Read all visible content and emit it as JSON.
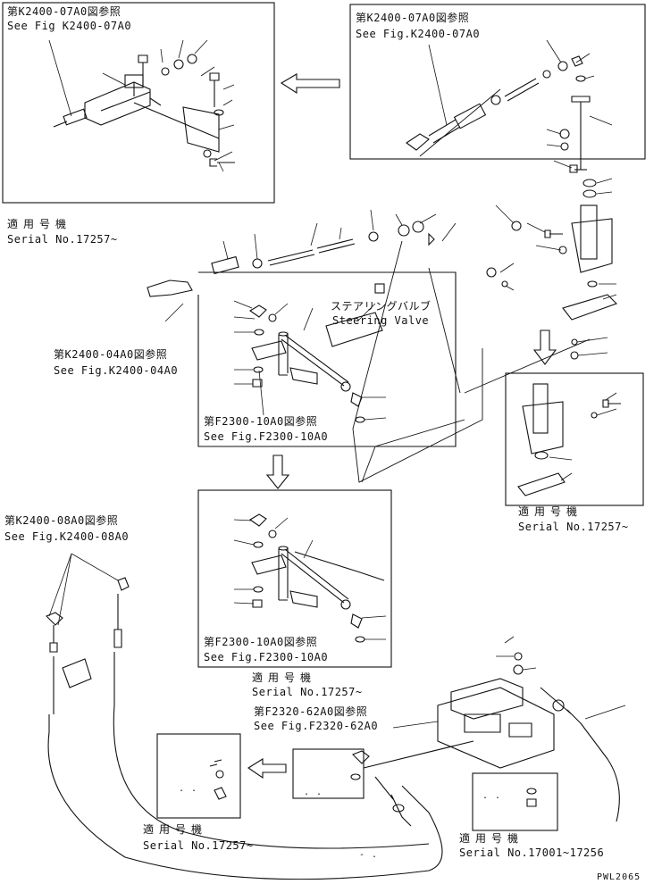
{
  "labels": {
    "ref_k2400_07a0_jp_a": "第K2400-07A0図参照",
    "ref_k2400_07a0_en_a": "See Fig K2400-07A0",
    "ref_k2400_07a0_jp_b": "第K2400-07A0図参照",
    "ref_k2400_07a0_en_b": "See Fig.K2400-07A0",
    "applicable_jp_1": "適用号機",
    "serial_1": "Serial No.17257~",
    "steering_valve_jp": "ステアリングバルブ",
    "steering_valve_en": "Steering Valve",
    "ref_k2400_04a0_jp": "第K2400-04A0図参照",
    "ref_k2400_04a0_en": "See Fig.K2400-04A0",
    "ref_f2300_10a0_jp_a": "第F2300-10A0図参照",
    "ref_f2300_10a0_en_a": "See Fig.F2300-10A0",
    "applicable_jp_2": "適用号機",
    "serial_2": "Serial No.17257~",
    "ref_k2400_08a0_jp": "第K2400-08A0図参照",
    "ref_k2400_08a0_en": "See Fig.K2400-08A0",
    "ref_f2300_10a0_jp_b": "第F2300-10A0図参照",
    "ref_f2300_10a0_en_b": "See Fig.F2300-10A0",
    "applicable_jp_3": "適用号機",
    "serial_3": "Serial No.17257~",
    "ref_f2320_62a0_jp": "第F2320-62A0図参照",
    "ref_f2320_62a0_en": "See Fig.F2320-62A0",
    "applicable_jp_4": "適用号機",
    "serial_4": "Serial No.17257~",
    "applicable_jp_5": "適用号機",
    "serial_5": "Serial No.17001~17256",
    "drawing_code": "PWL2065",
    "dots_1": ". .",
    "dots_2": ". .",
    "dots_3": ". .",
    "dots_4": "- ."
  }
}
